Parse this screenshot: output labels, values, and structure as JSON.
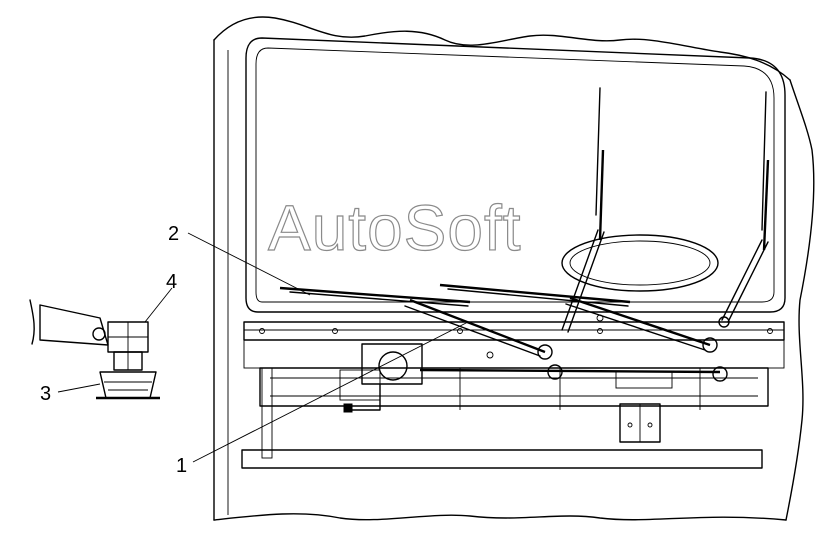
{
  "watermark": "AutoSoft",
  "callouts": [
    {
      "id": "1",
      "label": "1"
    },
    {
      "id": "2",
      "label": "2"
    },
    {
      "id": "3",
      "label": "3"
    },
    {
      "id": "4",
      "label": "4"
    }
  ],
  "colors": {
    "line": "#000000",
    "watermark": "#8a8a8a",
    "background": "#ffffff"
  }
}
